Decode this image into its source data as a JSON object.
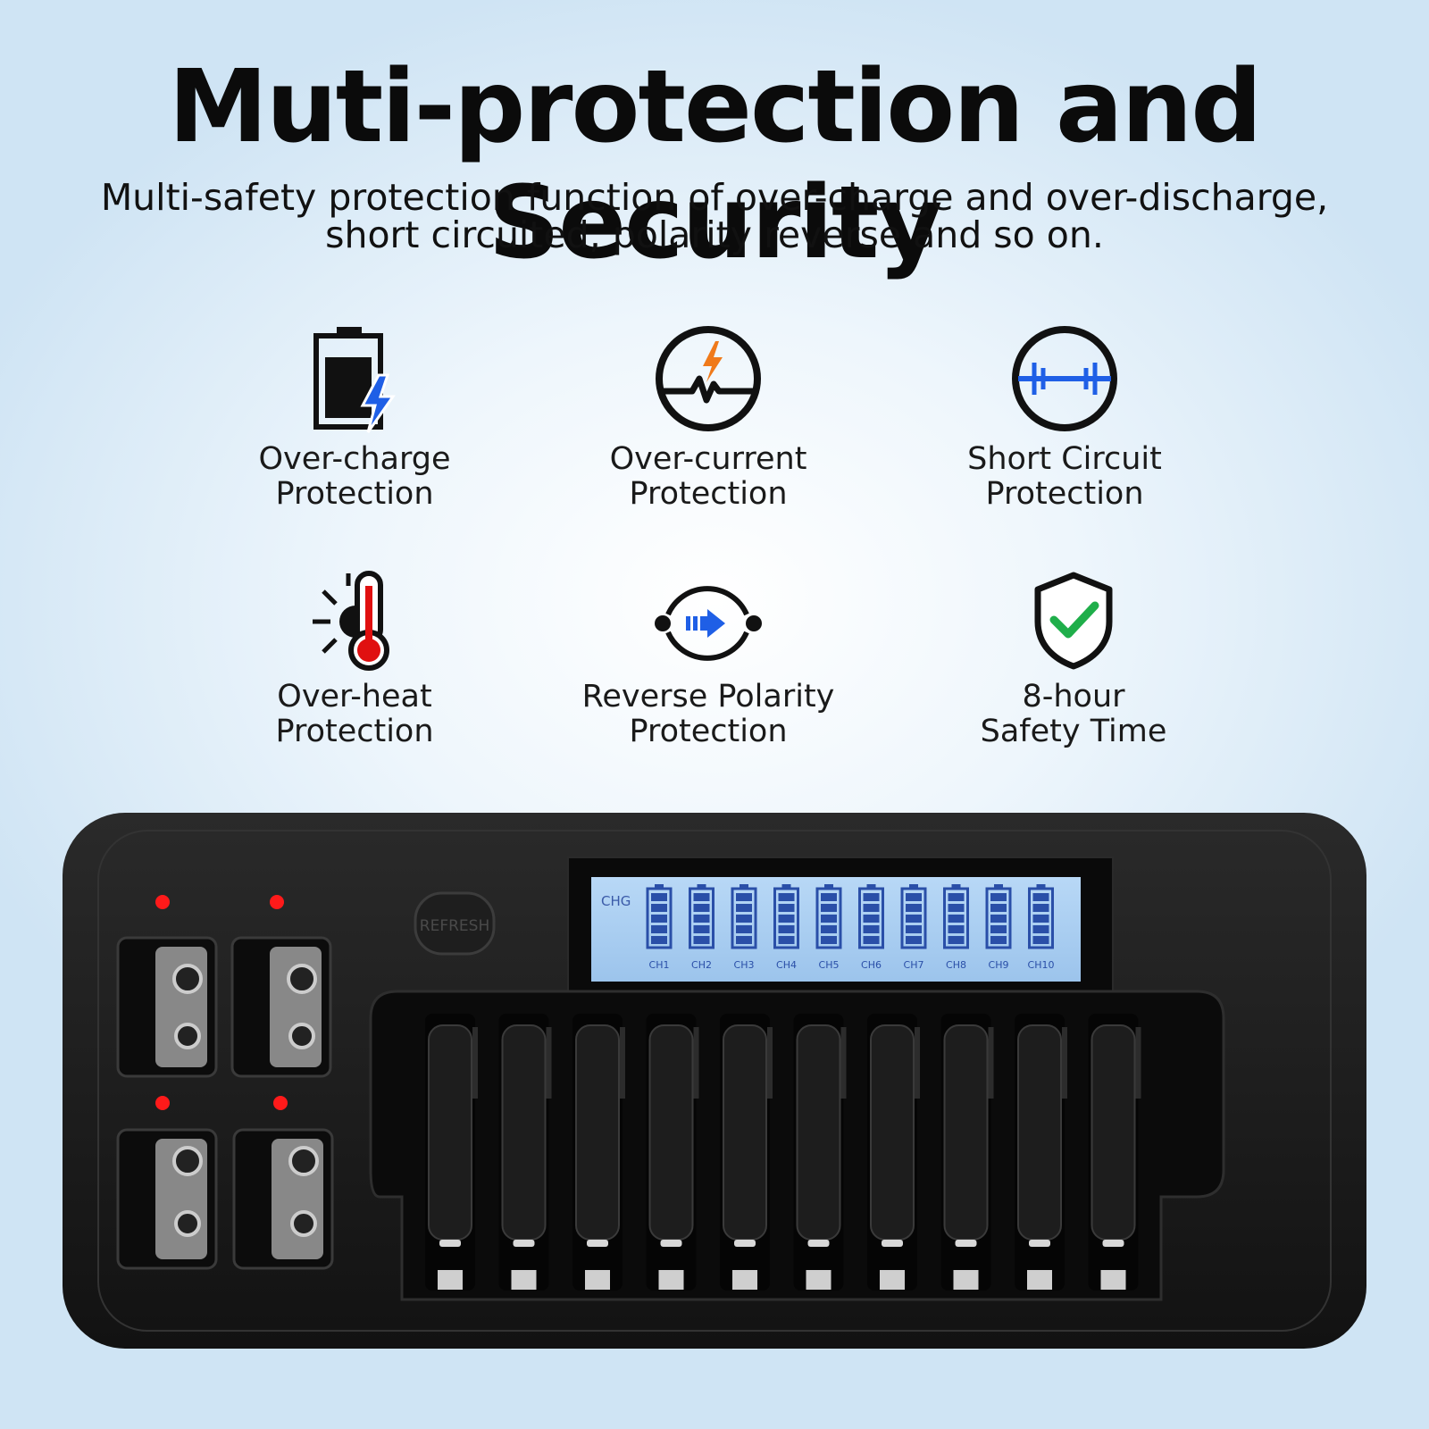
{
  "headline": "Muti-protection and Security",
  "subtitle": {
    "line1": "Multi-safety protection function of over-charge and over-discharge,",
    "line2": "short circuited, polarity reverse and so on."
  },
  "features": [
    {
      "line1": "Over-charge",
      "line2": "Protection",
      "icon": "battery-charge-icon"
    },
    {
      "line1": "Over-current",
      "line2": "Protection",
      "icon": "current-surge-icon"
    },
    {
      "line1": "Short Circuit",
      "line2": "Protection",
      "icon": "short-circuit-icon"
    },
    {
      "line1": "Over-heat",
      "line2": "Protection",
      "icon": "thermometer-icon"
    },
    {
      "line1": "Reverse Polarity",
      "line2": "Protection",
      "icon": "reverse-polarity-icon"
    },
    {
      "line1": "8-hour",
      "line2": "Safety Time",
      "icon": "shield-check-icon"
    }
  ],
  "charger": {
    "button_label": "REFRESH",
    "lcd_status": "CHG",
    "channels": [
      "CH1",
      "CH2",
      "CH3",
      "CH4",
      "CH5",
      "CH6",
      "CH7",
      "CH8",
      "CH9",
      "CH10"
    ]
  },
  "colors": {
    "accent_blue": "#1f5fe6",
    "accent_orange": "#f07a1a",
    "accent_red": "#e01010",
    "accent_green": "#1fae4a",
    "lcd_background": "#a9cdf0",
    "lcd_segment": "#2a4fa8",
    "charger_body": "#1b1b1b",
    "indicator_led": "#ff1a1a"
  }
}
